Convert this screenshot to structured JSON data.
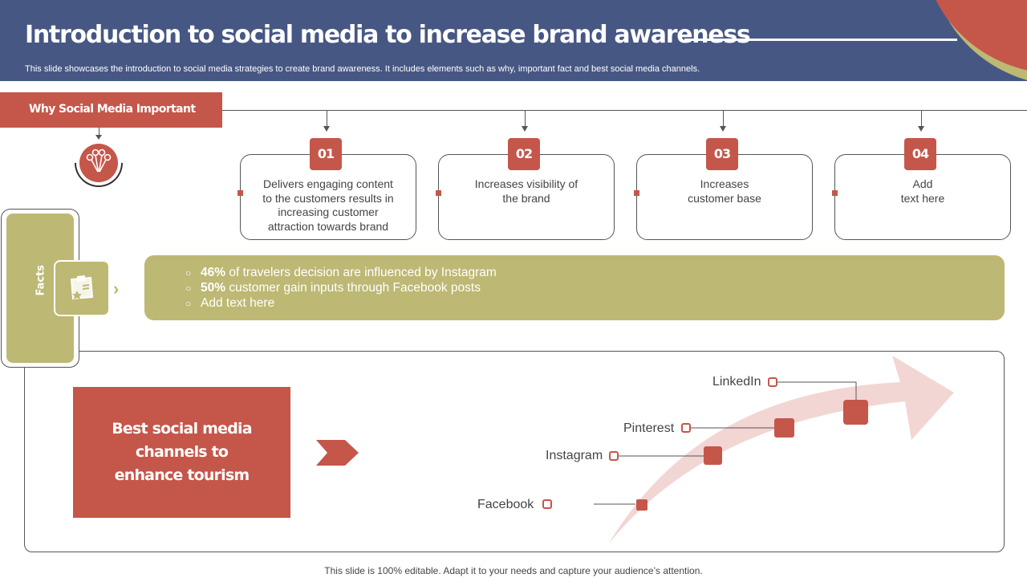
{
  "header": {
    "title": "Introduction to social media to increase brand awareness",
    "subtitle": "This slide showcases the introduction to social media strategies to create brand awareness. It includes elements such as why, important fact and best social media channels."
  },
  "why": {
    "label": "Why Social Media Important",
    "icon": "lollipop-icon",
    "cards": [
      {
        "num": "01",
        "text": "Delivers engaging content\nto the customers results in\nincreasing customer\nattraction towards brand"
      },
      {
        "num": "02",
        "text": "Increases visibility of\nthe brand"
      },
      {
        "num": "03",
        "text": "Increases\ncustomer base"
      },
      {
        "num": "04",
        "text": "Add\ntext here"
      }
    ]
  },
  "facts": {
    "label": "Facts",
    "icon": "clipboard-icon",
    "items": [
      {
        "bold": "46%",
        "text": " of travelers decision are influenced by Instagram"
      },
      {
        "bold": "50%",
        "text": " customer gain inputs through Facebook posts"
      },
      {
        "bold": "",
        "text": "Add text here"
      }
    ]
  },
  "channels": {
    "heading": "Best social media\nchannels to\nenhance tourism",
    "items": [
      "LinkedIn",
      "Pinterest",
      "Instagram",
      "Facebook"
    ]
  },
  "footer": "This slide is 100% editable. Adapt it to your needs and capture your audience’s attention.",
  "colors": {
    "navy": "#475784",
    "red": "#c5564a",
    "olive": "#bdb873",
    "arrow_pink": "#f2d6d4"
  }
}
